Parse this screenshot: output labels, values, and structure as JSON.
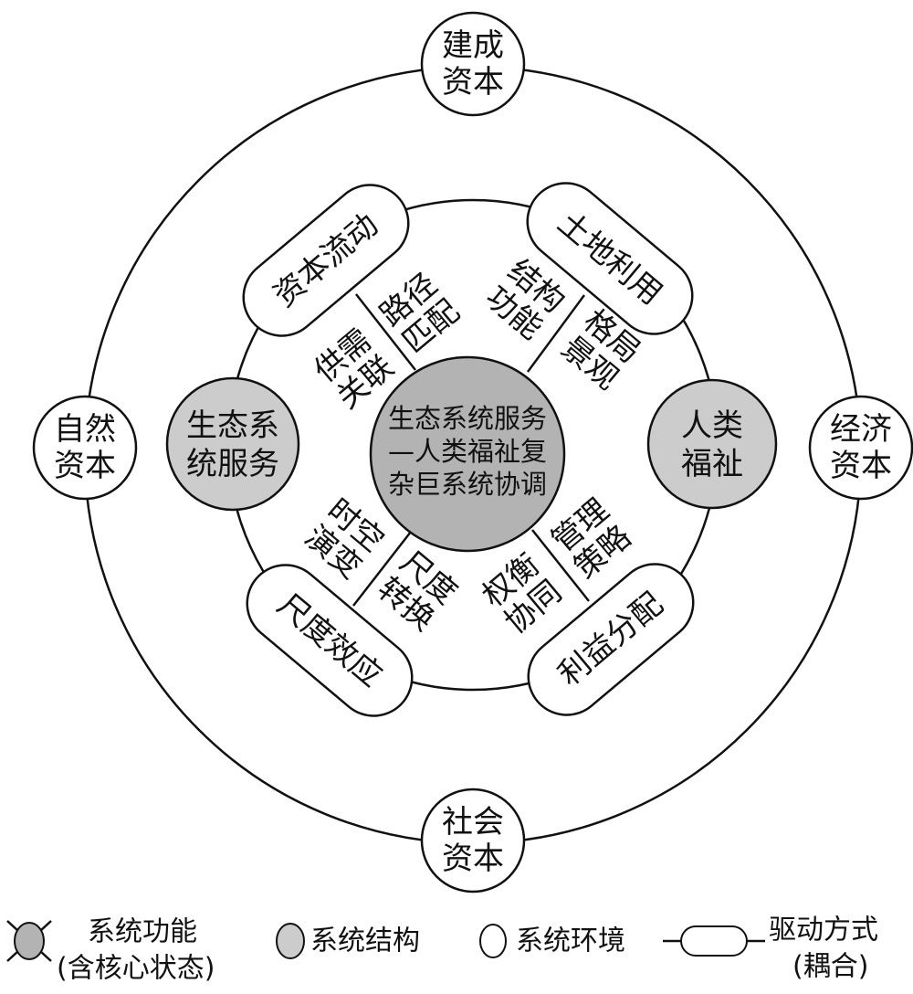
{
  "colors": {
    "core": "#b3b3b3",
    "structure": "#cccccc",
    "environment": "#ffffff",
    "stroke": "#111111"
  },
  "core": {
    "lines": [
      "生态系统服务",
      "—人类福祉复",
      "杂巨系统协调"
    ]
  },
  "structure": {
    "left": {
      "lines": [
        "生态系",
        "统服务"
      ]
    },
    "right": {
      "lines": [
        "人类",
        "福祉"
      ]
    }
  },
  "environment": {
    "top": {
      "lines": [
        "建成",
        "资本"
      ]
    },
    "left": {
      "lines": [
        "自然",
        "资本"
      ]
    },
    "right": {
      "lines": [
        "经济",
        "资本"
      ]
    },
    "bottom": {
      "lines": [
        "社会",
        "资本"
      ]
    }
  },
  "drivers": {
    "top_left": "资本流动",
    "top_right": "土地利用",
    "bottom_left": "尺度效应",
    "bottom_right": "利益分配"
  },
  "functions": {
    "ul_outer": [
      "路径",
      "匹配"
    ],
    "ul_inner": [
      "供需",
      "关联"
    ],
    "ur_outer": [
      "结构",
      "功能"
    ],
    "ur_inner": [
      "格局",
      "景观"
    ],
    "ll_outer": [
      "时空",
      "演变"
    ],
    "ll_inner": [
      "尺度",
      "转换"
    ],
    "lr_outer": [
      "权衡",
      "协同"
    ],
    "lr_inner": [
      "管理",
      "策略"
    ]
  },
  "legend": {
    "function": [
      "系统功能",
      "(含核心状态)"
    ],
    "structure": "系统结构",
    "environment": "系统环境",
    "driver": [
      "驱动方式",
      "(耦合)"
    ]
  }
}
